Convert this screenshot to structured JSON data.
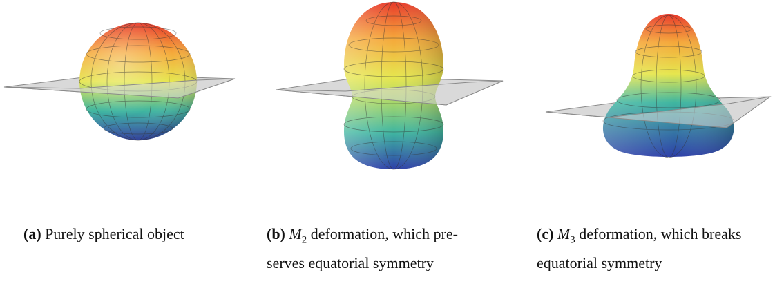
{
  "figure": {
    "panels": [
      {
        "tag": "(a)",
        "caption": "Purely spherical object",
        "symbol": "",
        "symbol_sub": ""
      },
      {
        "tag": "(b)",
        "symbol": "M",
        "symbol_sub": "2",
        "caption_line1": " deformation, which pre-",
        "caption_line2": "serves equatorial symmetry"
      },
      {
        "tag": "(c)",
        "symbol": "M",
        "symbol_sub": "3",
        "caption_line1": " deformation, which breaks",
        "caption_line2": "equatorial symmetry"
      }
    ],
    "colors": {
      "top": "#e8392a",
      "upper": "#f5a83a",
      "middle": "#e6e64e",
      "lower": "#3fb6a0",
      "bottom": "#2c3fa8",
      "plane_fill": "#d9d9d9",
      "plane_stroke": "#8a8a8a"
    }
  }
}
